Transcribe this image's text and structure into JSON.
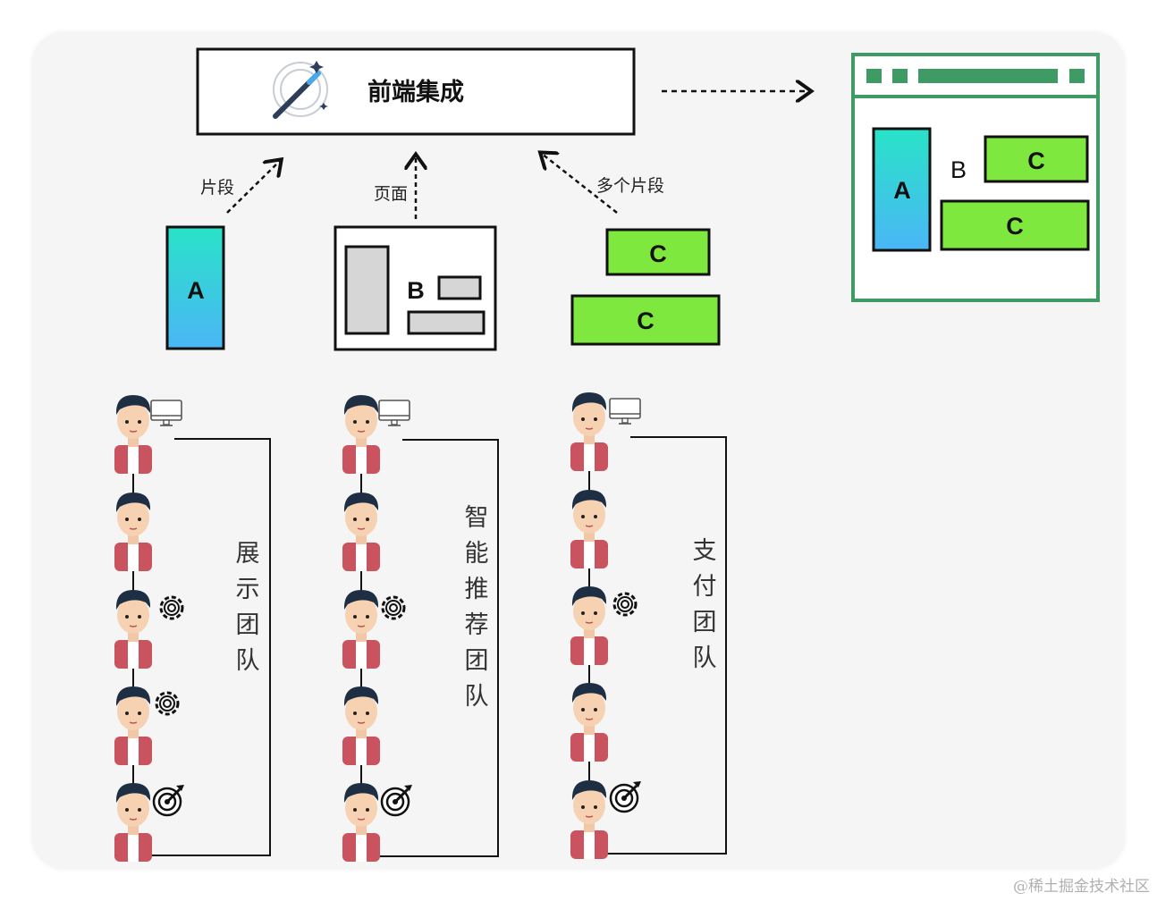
{
  "title": "前端集成",
  "arrow_labels": {
    "fragment": "片段",
    "page": "页面",
    "multi_fragment": "多个片段"
  },
  "blocks": {
    "a": "A",
    "b": "B",
    "c": "C"
  },
  "teams": [
    {
      "name": "展示团队"
    },
    {
      "name": "智能推荐团队"
    },
    {
      "name": "支付团队"
    }
  ],
  "watermark": "@稀土掘金技术社区",
  "colors": {
    "accent_green": "#3d9b63",
    "lime": "#7ee83f",
    "gradient_top": "#29e3c8",
    "gradient_bottom": "#4ab6f5"
  }
}
